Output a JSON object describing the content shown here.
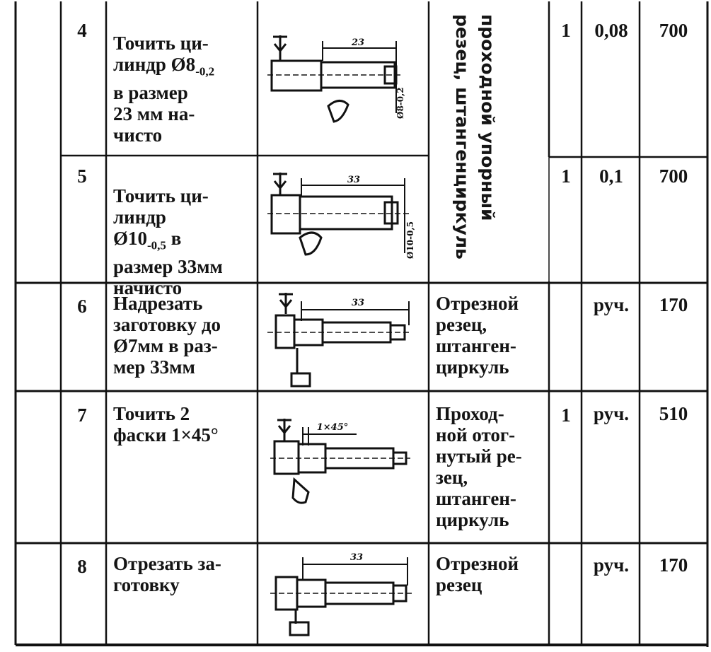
{
  "rows": [
    {
      "num": "4",
      "operation": "Точить ци-\nлиндр Ø8",
      "operation_sub": "-0,2",
      "operation_rest": "в размер\n23 мм на-\nчисто",
      "dim": "23",
      "tol": "Ø8-0,2",
      "qty": "1",
      "feed": "0,08",
      "speed": "700"
    },
    {
      "num": "5",
      "operation": "Точить ци-\nлиндр",
      "operation_sub_line": "Ø10",
      "operation_sub": "-0,5",
      "operation_sub_after": " в",
      "operation_rest": "размер 33мм\nначисто",
      "dim": "33",
      "tol": "Ø10-0,5",
      "qty": "1",
      "feed": "0,1",
      "speed": "700"
    },
    {
      "num": "6",
      "operation": "Надрезать\nзаготовку до\nØ7мм в раз-\nмер 33мм",
      "dim": "33",
      "tool": "Отрезной\nрезец,\nштанген-\nциркуль",
      "qty": "",
      "feed": "руч.",
      "speed": "170"
    },
    {
      "num": "7",
      "operation": "Точить 2\nфаски 1×45°",
      "dim": "1×45°",
      "tool": "Проход-\nной отог-\nнутый ре-\nзец,\nштанген-\nциркуль",
      "qty": "1",
      "feed": "руч.",
      "speed": "510"
    },
    {
      "num": "8",
      "operation": "Отрезать за-\nготовку",
      "dim": "33",
      "tool": "Отрезной\nрезец",
      "qty": "",
      "feed": "руч.",
      "speed": "170"
    }
  ],
  "merged_tool": {
    "line1": "проходной упорный",
    "line2": "резец, штангенциркуль"
  }
}
